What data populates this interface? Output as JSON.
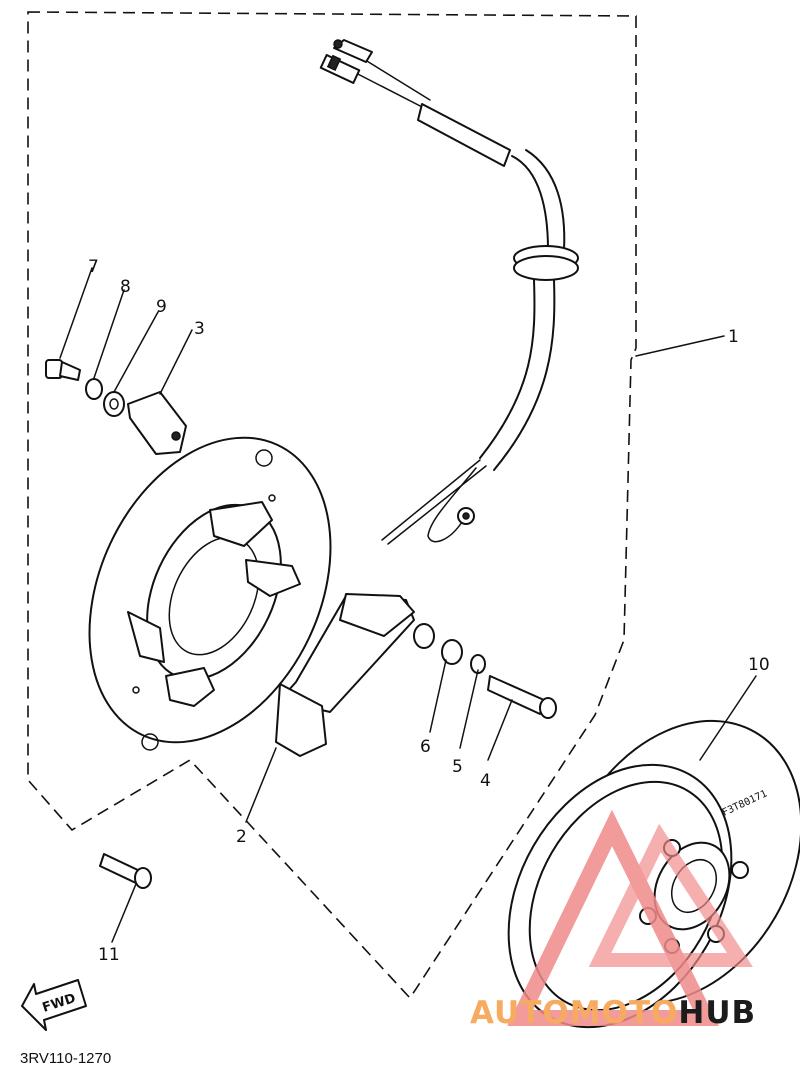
{
  "diagram": {
    "callouts": [
      {
        "id": "label-1",
        "text": "1"
      },
      {
        "id": "label-2",
        "text": "2"
      },
      {
        "id": "label-3",
        "text": "3"
      },
      {
        "id": "label-4",
        "text": "4"
      },
      {
        "id": "label-5",
        "text": "5"
      },
      {
        "id": "label-6",
        "text": "6"
      },
      {
        "id": "label-7",
        "text": "7"
      },
      {
        "id": "label-8",
        "text": "8"
      },
      {
        "id": "label-9",
        "text": "9"
      },
      {
        "id": "label-10",
        "text": "10"
      },
      {
        "id": "label-11",
        "text": "11"
      }
    ],
    "rotor_marking": "F3T80171",
    "fwd_label": "FWD",
    "part_code": "3RV110-1270"
  },
  "watermark": {
    "part1": "AUTOMOTO",
    "part2": "HUB",
    "logo_color": "#f08a8a",
    "text_color": "#f7ab61"
  }
}
